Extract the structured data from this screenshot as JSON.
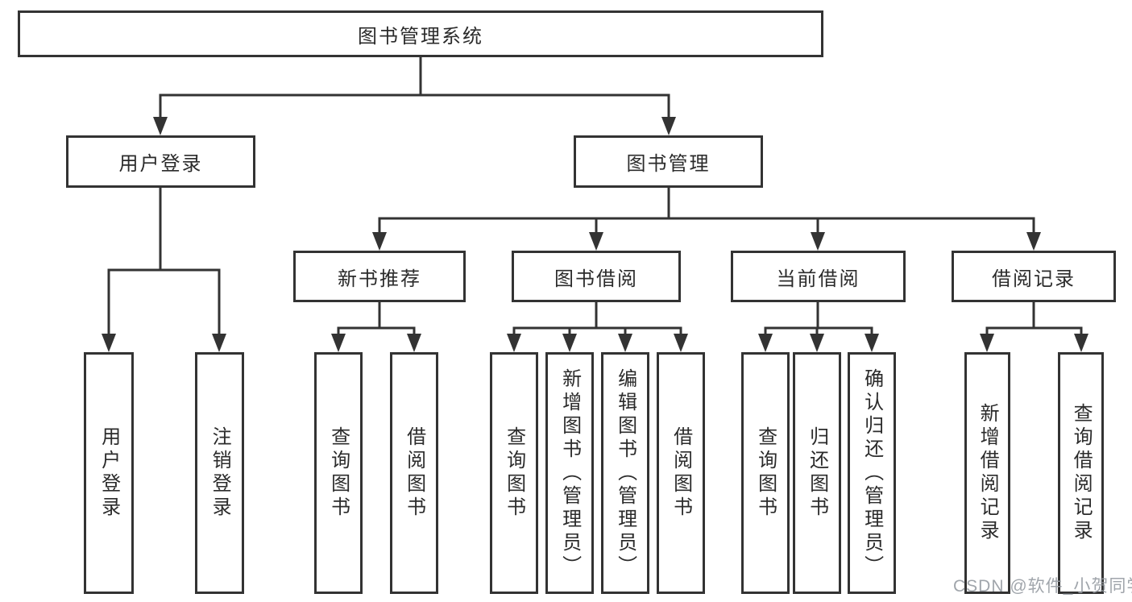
{
  "diagram": {
    "title": "图书管理系统",
    "level2": [
      {
        "label": "用户登录",
        "parent": "图书管理系统"
      },
      {
        "label": "图书管理",
        "parent": "图书管理系统"
      }
    ],
    "level3": [
      {
        "label": "新书推荐",
        "parent": "图书管理"
      },
      {
        "label": "图书借阅",
        "parent": "图书管理"
      },
      {
        "label": "当前借阅",
        "parent": "图书管理"
      },
      {
        "label": "借阅记录",
        "parent": "图书管理"
      }
    ],
    "leaves": [
      {
        "label": "用户登录",
        "parent": "用户登录"
      },
      {
        "label": "注销登录",
        "parent": "用户登录"
      },
      {
        "label": "查询图书",
        "parent": "新书推荐"
      },
      {
        "label": "借阅图书",
        "parent": "新书推荐"
      },
      {
        "label": "查询图书",
        "parent": "图书借阅"
      },
      {
        "label": "新增图书（管理员）",
        "parent": "图书借阅"
      },
      {
        "label": "编辑图书（管理员）",
        "parent": "图书借阅"
      },
      {
        "label": "借阅图书",
        "parent": "图书借阅"
      },
      {
        "label": "查询图书",
        "parent": "当前借阅"
      },
      {
        "label": "归还图书",
        "parent": "当前借阅"
      },
      {
        "label": "确认归还（管理员）",
        "parent": "当前借阅"
      },
      {
        "label": "新增借阅记录",
        "parent": "借阅记录"
      },
      {
        "label": "查询借阅记录",
        "parent": "借阅记录"
      }
    ]
  },
  "watermark": {
    "text": "CSDN @软件_小贺同学"
  },
  "colors": {
    "line": "#333333",
    "box_border": "#333333",
    "text": "#2b2b2b",
    "watermark": "#9aa0a8",
    "background": "#ffffff"
  }
}
